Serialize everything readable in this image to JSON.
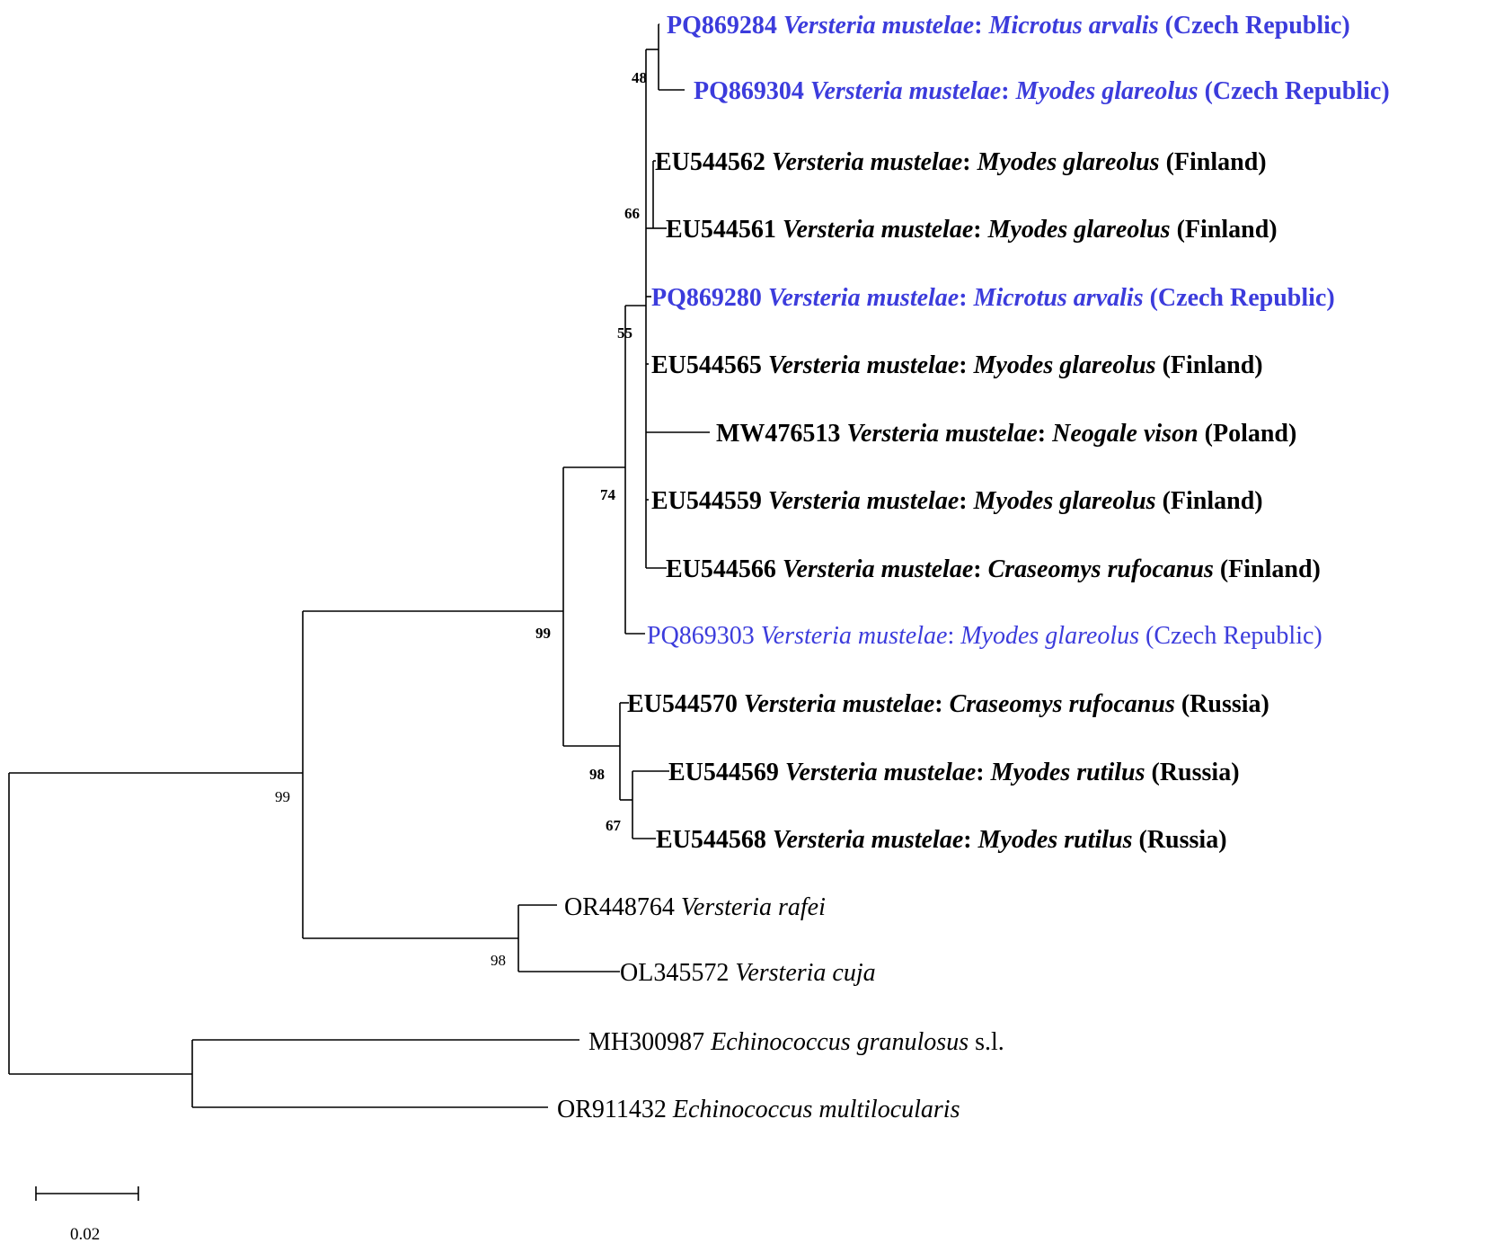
{
  "colors": {
    "study_sequence": "#3c3cdc",
    "reference_sequence": "#000000",
    "branch": "#000000"
  },
  "tips": [
    {
      "id": "PQ869284",
      "accession": "PQ869284",
      "genus_species": "Versteria mustelae",
      "sep": ":",
      "host": "Microtus arvalis",
      "country": "(Czech Republic)",
      "highlight": true,
      "bold": true
    },
    {
      "id": "PQ869304",
      "accession": "PQ869304",
      "genus_species": "Versteria mustelae",
      "sep": ":",
      "host": "Myodes glareolus",
      "country": "(Czech Republic)",
      "highlight": true,
      "bold": true
    },
    {
      "id": "EU544562",
      "accession": "EU544562",
      "genus_species": "Versteria mustelae",
      "sep": ":",
      "host": "Myodes glareolus",
      "country": "(Finland)",
      "highlight": false,
      "bold": true
    },
    {
      "id": "EU544561",
      "accession": "EU544561",
      "genus_species": "Versteria mustelae",
      "sep": ":",
      "host": "Myodes glareolus",
      "country": "(Finland)",
      "highlight": false,
      "bold": true
    },
    {
      "id": "PQ869280",
      "accession": "PQ869280",
      "genus_species": "Versteria mustelae",
      "sep": ":",
      "host": "Microtus arvalis",
      "country": "(Czech Republic)",
      "highlight": true,
      "bold": true
    },
    {
      "id": "EU544565",
      "accession": "EU544565",
      "genus_species": "Versteria mustelae",
      "sep": ":",
      "host": "Myodes glareolus",
      "country": "(Finland)",
      "highlight": false,
      "bold": true
    },
    {
      "id": "MW476513",
      "accession": "MW476513",
      "genus_species": "Versteria mustelae",
      "sep": ":",
      "host": "Neogale vison",
      "country": "(Poland)",
      "highlight": false,
      "bold": true
    },
    {
      "id": "EU544559",
      "accession": "EU544559",
      "genus_species": "Versteria mustelae",
      "sep": ":",
      "host": "Myodes glareolus",
      "country": "(Finland)",
      "highlight": false,
      "bold": true
    },
    {
      "id": "EU544566",
      "accession": "EU544566",
      "genus_species": "Versteria mustelae",
      "sep": ":",
      "host": "Craseomys rufocanus",
      "country": "(Finland)",
      "highlight": false,
      "bold": true
    },
    {
      "id": "PQ869303",
      "accession": "PQ869303",
      "genus_species": "Versteria mustelae",
      "sep": ":",
      "host": "Myodes glareolus",
      "country": "(Czech Republic)",
      "highlight": true,
      "bold": false
    },
    {
      "id": "EU544570",
      "accession": "EU544570",
      "genus_species": "Versteria mustelae",
      "sep": ":",
      "host": "Craseomys rufocanus",
      "country": "(Russia)",
      "highlight": false,
      "bold": true
    },
    {
      "id": "EU544569",
      "accession": "EU544569",
      "genus_species": "Versteria mustelae",
      "sep": ":",
      "host": "Myodes rutilus",
      "country": "(Russia)",
      "highlight": false,
      "bold": true
    },
    {
      "id": "EU544568",
      "accession": "EU544568",
      "genus_species": "Versteria mustelae",
      "sep": ":",
      "host": "Myodes rutilus",
      "country": "(Russia)",
      "highlight": false,
      "bold": true
    },
    {
      "id": "OR448764",
      "accession": "OR448764",
      "genus_species": "Versteria rafei",
      "sep": "",
      "host": "",
      "country": "",
      "highlight": false,
      "bold": false
    },
    {
      "id": "OL345572",
      "accession": "OL345572",
      "genus_species": "Versteria cuja",
      "sep": "",
      "host": "",
      "country": "",
      "highlight": false,
      "bold": false
    },
    {
      "id": "MH300987",
      "accession": "MH300987",
      "genus_species": "Echinococcus granulosus",
      "sep": "",
      "host": "",
      "country": "s.l.",
      "highlight": false,
      "bold": false
    },
    {
      "id": "OR911432",
      "accession": "OR911432",
      "genus_species": "Echinococcus multilocularis",
      "sep": "",
      "host": "",
      "country": "",
      "highlight": false,
      "bold": false
    }
  ],
  "support_values": [
    {
      "node": "n48",
      "value": "48",
      "bold": true
    },
    {
      "node": "n66",
      "value": "66",
      "bold": true
    },
    {
      "node": "n55",
      "value": "55",
      "bold": true
    },
    {
      "node": "n74",
      "value": "74",
      "bold": true
    },
    {
      "node": "n99a",
      "value": "99",
      "bold": true
    },
    {
      "node": "n98a",
      "value": "98",
      "bold": true
    },
    {
      "node": "n67",
      "value": "67",
      "bold": true
    },
    {
      "node": "n99b",
      "value": "99",
      "bold": false
    },
    {
      "node": "n98b",
      "value": "98",
      "bold": false
    }
  ],
  "scale_bar": {
    "value": 0.02,
    "label": "0.02"
  }
}
